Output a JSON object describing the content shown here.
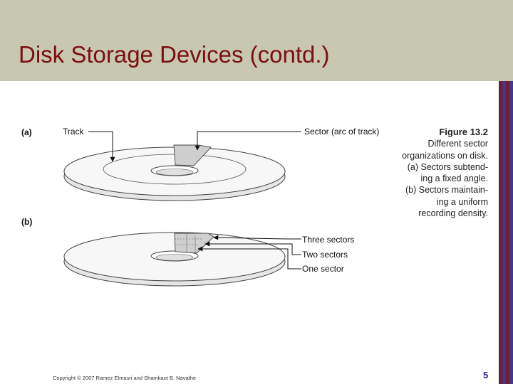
{
  "slide": {
    "title": "Disk Storage Devices (contd.)",
    "copyright": "Copyright © 2007 Ramez Elmasri and Shamkant B. Navathe",
    "page_number": "5"
  },
  "figure": {
    "part_a_label": "(a)",
    "part_b_label": "(b)",
    "track_label": "Track",
    "sector_label": "Sector (arc of track)",
    "three_sectors_label": "Three sectors",
    "two_sectors_label": "Two sectors",
    "one_sector_label": "One sector",
    "caption": {
      "title": "Figure 13.2",
      "lines": [
        "Different sector",
        "organizations on disk.",
        "(a) Sectors subtend-",
        "ing a fixed angle.",
        "(b) Sectors maintain-",
        "ing a uniform",
        "recording density."
      ]
    }
  },
  "colors": {
    "header_bg": "#c8c8b0",
    "title": "#7a1010",
    "page_number": "#23238a",
    "stripe_red": "#7a1a2a",
    "stripe_blue": "#3b3b8a"
  }
}
